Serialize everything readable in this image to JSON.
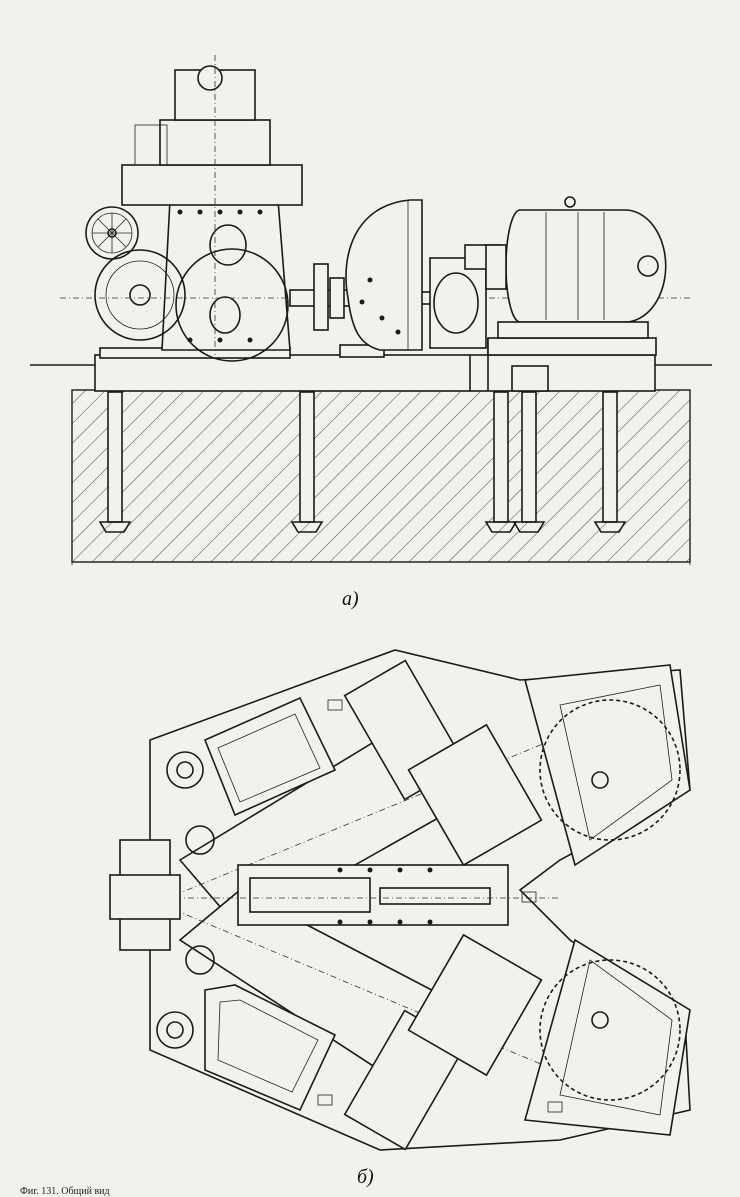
{
  "figure": {
    "label_a": "a)",
    "label_b": "б)",
    "caption": "Фиг. 131. Общий вид"
  }
}
